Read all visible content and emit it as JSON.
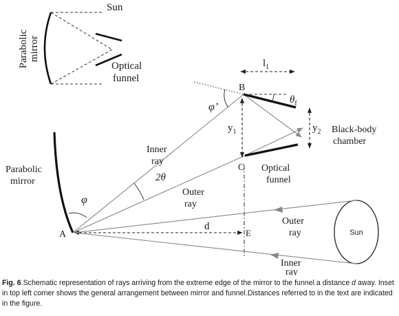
{
  "inset": {
    "sun_label": "Sun",
    "mirror_label_line1": "Parabolic",
    "mirror_label_line2": "mirror",
    "funnel_label_line1": "Optical",
    "funnel_label_line2": "funnel"
  },
  "main": {
    "point_a": "A",
    "point_b": "B",
    "point_c": "C",
    "point_e": "E",
    "l1": "l",
    "l1_sub": "1",
    "y1": "y",
    "y1_sub": "1",
    "y2": "y",
    "y2_sub": "2",
    "theta_f": "θ",
    "theta_f_sub": "f",
    "phi_prime": "φ’",
    "phi": "φ",
    "two_theta": "2θ",
    "d": "d",
    "inner_ray_upper_1": "Inner",
    "inner_ray_upper_2": "ray",
    "outer_ray_upper_1": "Outer",
    "outer_ray_upper_2": "ray",
    "mirror_label_1": "Parabolic",
    "mirror_label_2": "mirror",
    "funnel_label_1": "Optical",
    "funnel_label_2": "funnel",
    "chamber_label_1": "Black-body",
    "chamber_label_2": "chamber",
    "outer_ray_lower_1": "Outer",
    "outer_ray_lower_2": "ray",
    "inner_ray_lower_1": "Inner",
    "inner_ray_lower_2": "ray",
    "sun_label": "Sun"
  },
  "caption": {
    "fig": "Fig. 6",
    "text1": ".Schematic representation of rays arriving from the extreme edge of the mirror to the funnel a distance ",
    "d_italic": "d",
    "text2": " away. Inset in top left corner shows the general arrangement between mirror and funnel.Distances referred to in the text are indicated in the figure."
  }
}
